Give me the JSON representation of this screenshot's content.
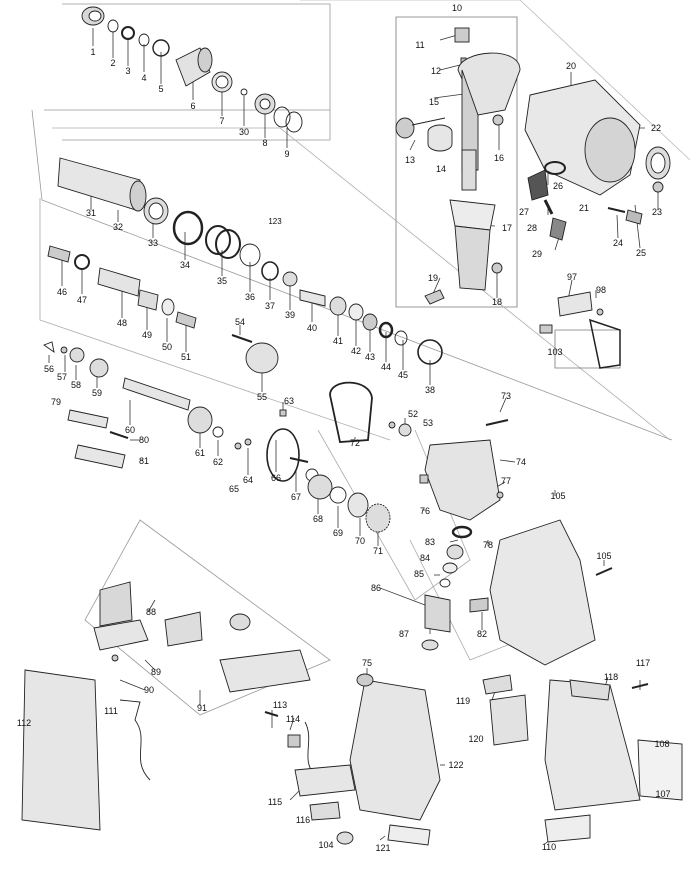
{
  "diagram": {
    "parts": [
      {
        "id": "p1",
        "label": "1"
      },
      {
        "id": "p2",
        "label": "2"
      },
      {
        "id": "p3",
        "label": "3"
      },
      {
        "id": "p4",
        "label": "4"
      },
      {
        "id": "p5",
        "label": "5"
      },
      {
        "id": "p6",
        "label": "6"
      },
      {
        "id": "p7",
        "label": "7"
      },
      {
        "id": "p8",
        "label": "8"
      },
      {
        "id": "p9",
        "label": "9"
      },
      {
        "id": "p30",
        "label": "30"
      },
      {
        "id": "p10",
        "label": "10"
      },
      {
        "id": "p11",
        "label": "11"
      },
      {
        "id": "p12",
        "label": "12"
      },
      {
        "id": "p13",
        "label": "13"
      },
      {
        "id": "p14",
        "label": "14"
      },
      {
        "id": "p15",
        "label": "15"
      },
      {
        "id": "p16",
        "label": "16"
      },
      {
        "id": "p17",
        "label": "17"
      },
      {
        "id": "p18",
        "label": "18"
      },
      {
        "id": "p19",
        "label": "19"
      },
      {
        "id": "p20",
        "label": "20"
      },
      {
        "id": "p21",
        "label": "21"
      },
      {
        "id": "p22",
        "label": "22"
      },
      {
        "id": "p23",
        "label": "23"
      },
      {
        "id": "p24",
        "label": "24"
      },
      {
        "id": "p25",
        "label": "25"
      },
      {
        "id": "p26",
        "label": "26"
      },
      {
        "id": "p27",
        "label": "27"
      },
      {
        "id": "p28",
        "label": "28"
      },
      {
        "id": "p29",
        "label": "29"
      },
      {
        "id": "p31",
        "label": "31"
      },
      {
        "id": "p32",
        "label": "32"
      },
      {
        "id": "p33",
        "label": "33"
      },
      {
        "id": "p34",
        "label": "34"
      },
      {
        "id": "p35",
        "label": "35"
      },
      {
        "id": "p36",
        "label": "36"
      },
      {
        "id": "p37",
        "label": "37"
      },
      {
        "id": "p38",
        "label": "38"
      },
      {
        "id": "p39",
        "label": "39"
      },
      {
        "id": "p40",
        "label": "40"
      },
      {
        "id": "p41",
        "label": "41"
      },
      {
        "id": "p42",
        "label": "42"
      },
      {
        "id": "p43",
        "label": "43"
      },
      {
        "id": "p44",
        "label": "44"
      },
      {
        "id": "p45",
        "label": "45"
      },
      {
        "id": "p46",
        "label": "46"
      },
      {
        "id": "p47",
        "label": "47"
      },
      {
        "id": "p48",
        "label": "48"
      },
      {
        "id": "p49",
        "label": "49"
      },
      {
        "id": "p50",
        "label": "50"
      },
      {
        "id": "p51",
        "label": "51"
      },
      {
        "id": "p52",
        "label": "52"
      },
      {
        "id": "p53",
        "label": "53"
      },
      {
        "id": "p54",
        "label": "54"
      },
      {
        "id": "p55",
        "label": "55"
      },
      {
        "id": "p56",
        "label": "56"
      },
      {
        "id": "p57",
        "label": "57"
      },
      {
        "id": "p58",
        "label": "58"
      },
      {
        "id": "p59",
        "label": "59"
      },
      {
        "id": "p60",
        "label": "60"
      },
      {
        "id": "p61",
        "label": "61"
      },
      {
        "id": "p62",
        "label": "62"
      },
      {
        "id": "p63",
        "label": "63"
      },
      {
        "id": "p64",
        "label": "64"
      },
      {
        "id": "p65",
        "label": "65"
      },
      {
        "id": "p66",
        "label": "66"
      },
      {
        "id": "p67",
        "label": "67"
      },
      {
        "id": "p68",
        "label": "68"
      },
      {
        "id": "p69",
        "label": "69"
      },
      {
        "id": "p70",
        "label": "70"
      },
      {
        "id": "p71",
        "label": "71"
      },
      {
        "id": "p72",
        "label": "72"
      },
      {
        "id": "p73",
        "label": "73"
      },
      {
        "id": "p74",
        "label": "74"
      },
      {
        "id": "p75",
        "label": "75"
      },
      {
        "id": "p76",
        "label": "76"
      },
      {
        "id": "p77",
        "label": "77"
      },
      {
        "id": "p78",
        "label": "78"
      },
      {
        "id": "p79",
        "label": "79"
      },
      {
        "id": "p80",
        "label": "80"
      },
      {
        "id": "p81",
        "label": "81"
      },
      {
        "id": "p82",
        "label": "82"
      },
      {
        "id": "p83",
        "label": "83"
      },
      {
        "id": "p84",
        "label": "84"
      },
      {
        "id": "p85",
        "label": "85"
      },
      {
        "id": "p86",
        "label": "86"
      },
      {
        "id": "p87",
        "label": "87"
      },
      {
        "id": "p88",
        "label": "88"
      },
      {
        "id": "p89",
        "label": "89"
      },
      {
        "id": "p90",
        "label": "90"
      },
      {
        "id": "p91",
        "label": "91"
      },
      {
        "id": "p97",
        "label": "97"
      },
      {
        "id": "p98",
        "label": "98"
      },
      {
        "id": "p103",
        "label": "103"
      },
      {
        "id": "p104",
        "label": "104"
      },
      {
        "id": "p105a",
        "label": "105"
      },
      {
        "id": "p105b",
        "label": "105"
      },
      {
        "id": "p107",
        "label": "107"
      },
      {
        "id": "p108",
        "label": "108"
      },
      {
        "id": "p110",
        "label": "110"
      },
      {
        "id": "p111",
        "label": "111"
      },
      {
        "id": "p112",
        "label": "112"
      },
      {
        "id": "p113",
        "label": "113"
      },
      {
        "id": "p114",
        "label": "114"
      },
      {
        "id": "p115",
        "label": "115"
      },
      {
        "id": "p116",
        "label": "116"
      },
      {
        "id": "p117",
        "label": "117"
      },
      {
        "id": "p118",
        "label": "118"
      },
      {
        "id": "p119",
        "label": "119"
      },
      {
        "id": "p120",
        "label": "120"
      },
      {
        "id": "p121",
        "label": "121"
      },
      {
        "id": "p122",
        "label": "122"
      },
      {
        "id": "p123",
        "label": "123"
      }
    ]
  }
}
